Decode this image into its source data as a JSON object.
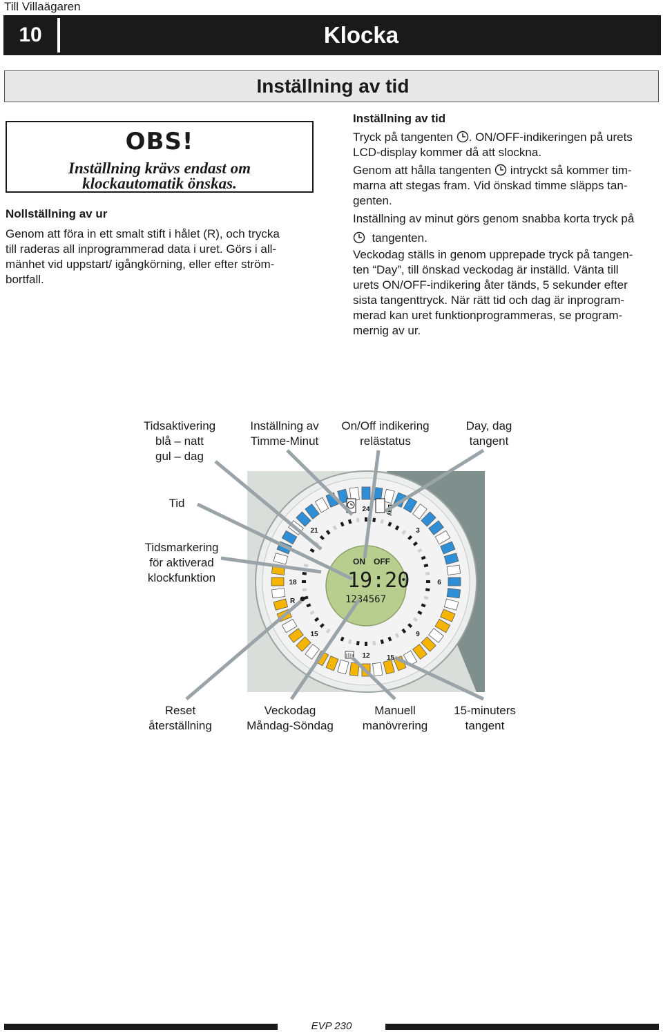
{
  "header": {
    "top_label": "Till Villaägaren",
    "page_number": "10",
    "chapter_title": "Klocka",
    "section_title": "Inställning av tid"
  },
  "obs": {
    "heading": "OBS!",
    "line1": "Inställning krävs endast om",
    "line2": "klockautomatik önskas."
  },
  "left": {
    "heading": "Nollställning av ur",
    "lines": [
      "Genom att föra in ett smalt stift i hålet (R), och trycka",
      "till raderas all inprogrammerad data i uret. Görs i all-",
      "mänhet vid uppstart/ igångkörning, eller efter ström-",
      "bortfall."
    ]
  },
  "right": {
    "heading": "Inställning av tid",
    "p1a": "Tryck på tangenten",
    "p1b": ". ON/OFF-indikeringen på urets",
    "p1c": "LCD-display kommer då att slockna.",
    "p2a": "Genom att hålla tangenten",
    "p2b": "intryckt så kommer tim-",
    "p2c": "marna att stegas fram. Vid önskad timme släpps tan-",
    "p2d": "genten.",
    "p3a": "Inställning av minut görs genom snabba korta tryck på",
    "p3b": "tangenten.",
    "p4": [
      "Veckodag ställs in genom upprepade tryck på tangen-",
      "ten “Day”, till önskad veckodag är inställd. Vänta till",
      "urets ON/OFF-indikering åter tänds, 5 sekunder efter",
      "sista tangenttryck. När rätt tid och dag är inprogram-",
      "merad kan uret funktionprogrammeras, se program-",
      "mernig av ur."
    ]
  },
  "diagram": {
    "labels": {
      "tidsaktivering": [
        "Tidsaktivering",
        "blå – natt",
        "gul – dag"
      ],
      "timme_minut": [
        "Inställning av",
        "Timme-Minut"
      ],
      "onoff": [
        "On/Off indikering",
        "relästatus"
      ],
      "day": [
        "Day, dag",
        "tangent"
      ],
      "tid": [
        "Tid"
      ],
      "tidsmarkering": [
        "Tidsmarkering",
        "för aktiverad",
        "klockfunktion"
      ],
      "reset": [
        "Reset",
        "återställning"
      ],
      "veckodag": [
        "Veckodag",
        "Måndag-Söndag"
      ],
      "manuell": [
        "Manuell",
        "manövrering"
      ],
      "kvart": [
        "15-minuters",
        "tangent"
      ]
    },
    "dial": {
      "hour_labels": [
        "24",
        "3",
        "6",
        "9",
        "12",
        "15",
        "18",
        "21"
      ],
      "reset_mark": "R",
      "day_key": "Day",
      "quarter_key": "15",
      "lcd_on": "ON",
      "lcd_off": "OFF",
      "lcd_time": "19:20",
      "lcd_days": "1234567"
    },
    "colors": {
      "night": "#2f8fd6",
      "day": "#f5b400",
      "background": "#d9dedb",
      "shade": "#7f8f8c"
    }
  },
  "footer": {
    "code": "EVP 230"
  }
}
